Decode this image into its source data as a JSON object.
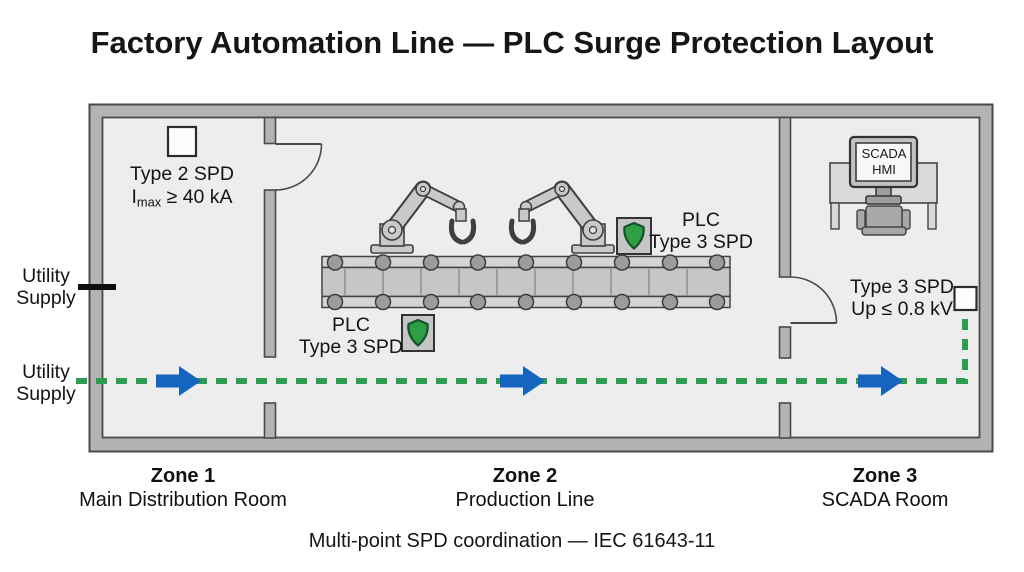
{
  "title": "Factory Automation Line — PLC Surge Protection Layout",
  "footnote": "Multi-point SPD coordination — IEC 61643-11",
  "utility_top": {
    "line1": "Utility",
    "line2": "Supply"
  },
  "utility_bottom": {
    "line1": "Utility",
    "line2": "Supply"
  },
  "building": {
    "zone1_spd": {
      "line1": "Type 2 SPD",
      "i": "I",
      "sub": "max",
      "rest": " ≥ 40 kA"
    },
    "zone2_plc_left": {
      "line1": "PLC",
      "line2": "Type 3 SPD"
    },
    "zone2_plc_right": {
      "line1": "PLC",
      "line2": "Type 3 SPD"
    },
    "zone3_spd": {
      "line1": "Type 3 SPD",
      "line2": "Up ≤ 0.8 kV"
    },
    "zone3_monitor": {
      "line1": "SCADA",
      "line2": "HMI"
    }
  },
  "zones": [
    {
      "name": "Zone 1",
      "description": "Main Distribution Room"
    },
    {
      "name": "Zone 2",
      "description": "Production Line"
    },
    {
      "name": "Zone 3",
      "description": "SCADA Room"
    }
  ],
  "icons": {
    "spd_shield": "shield-icon (green surge-protection shield)"
  },
  "colors": {
    "surge_path_green": "#2E9D52",
    "arrow_blue": "#1565C0",
    "shield_green": "#2F9E44",
    "wall_gray": "#B3B3B3",
    "floor_gray": "#EDEDED",
    "utility_line_black": "#0D0D0D"
  }
}
